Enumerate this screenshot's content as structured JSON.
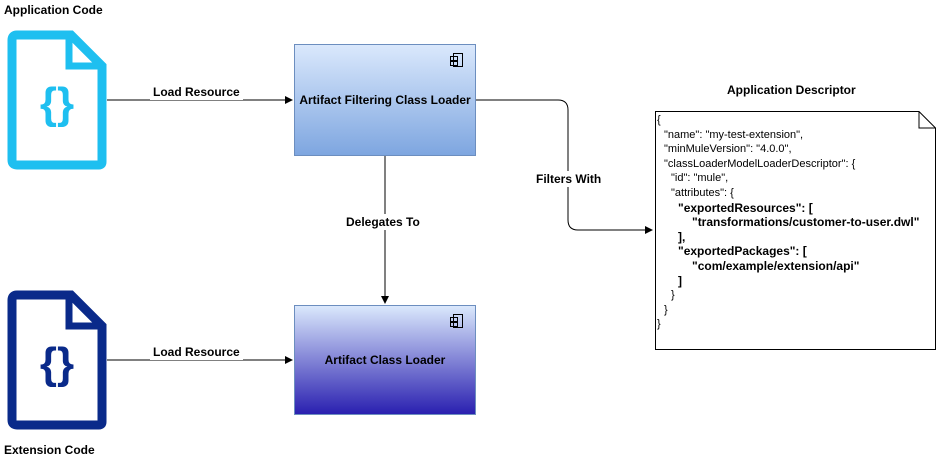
{
  "nodes": {
    "application_code": {
      "label": "Application Code",
      "color": "#1ebff0"
    },
    "extension_code": {
      "label": "Extension Code",
      "color": "#0a2a8a"
    },
    "filtering_loader": {
      "label": "Artifact Filtering Class Loader"
    },
    "artifact_loader": {
      "label": "Artifact Class Loader"
    },
    "descriptor": {
      "title": "Application Descriptor"
    }
  },
  "edges": {
    "app_to_filter": "Load Resource",
    "ext_to_artifact": "Load Resource",
    "filter_to_artifact": "Delegates To",
    "filter_to_descriptor": "Filters With"
  },
  "descriptor_lines": [
    {
      "text": "{",
      "indent": 0,
      "bold": false
    },
    {
      "text": "\"name\": \"my-test-extension\",",
      "indent": 1,
      "bold": false
    },
    {
      "text": "\"minMuleVersion\": \"4.0.0\",",
      "indent": 1,
      "bold": false
    },
    {
      "text": "\"classLoaderModelLoaderDescriptor\": {",
      "indent": 1,
      "bold": false
    },
    {
      "text": "\"id\": \"mule\",",
      "indent": 2,
      "bold": false
    },
    {
      "text": "\"attributes\": {",
      "indent": 2,
      "bold": false
    },
    {
      "text": "\"exportedResources\": [",
      "indent": 3,
      "bold": true
    },
    {
      "text": "\"transformations/customer-to-user.dwl\"",
      "indent": 5,
      "bold": true
    },
    {
      "text": "],",
      "indent": 3,
      "bold": true
    },
    {
      "text": "\"exportedPackages\": [",
      "indent": 3,
      "bold": true
    },
    {
      "text": "\"com/example/extension/api\"",
      "indent": 5,
      "bold": true
    },
    {
      "text": "]",
      "indent": 3,
      "bold": true
    },
    {
      "text": "}",
      "indent": 2,
      "bold": false
    },
    {
      "text": "}",
      "indent": 1,
      "bold": false
    },
    {
      "text": "}",
      "indent": 0,
      "bold": false
    }
  ],
  "icons": {
    "application": "json-file-icon",
    "extension": "json-file-icon",
    "component": "component-icon"
  }
}
